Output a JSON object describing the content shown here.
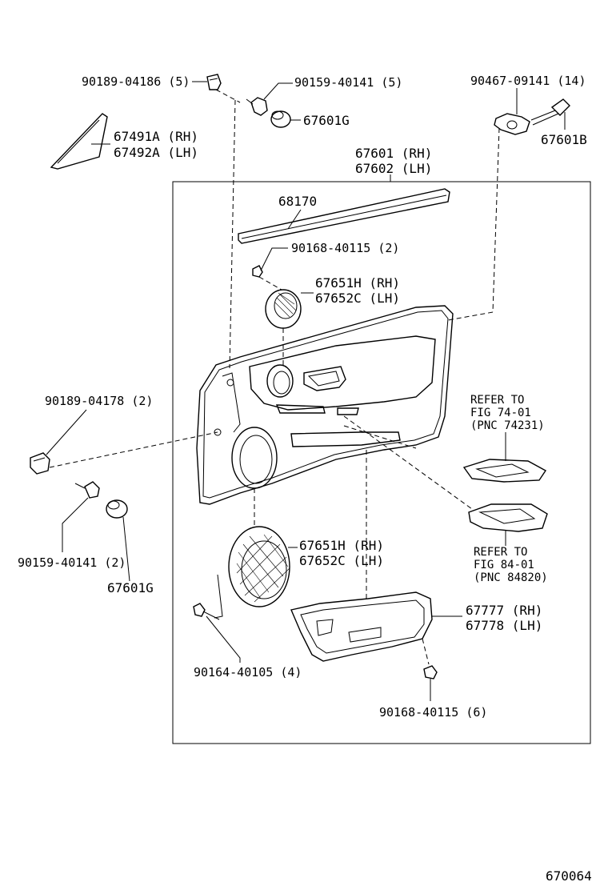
{
  "labels": {
    "p90189_04186": "90189-04186 (5)",
    "p90159_40141_top": "90159-40141 (5)",
    "p67601g_top": "67601G",
    "p90467_09141": "90467-09141 (14)",
    "p67601b": "67601B",
    "p67491a": "67491A (RH)",
    "p67492a": "67492A (LH)",
    "p67601": "67601 (RH)",
    "p67602": "67602 (LH)",
    "p68170": "68170",
    "p90168_40115_top": "90168-40115 (2)",
    "p67651h_top": "67651H (RH)",
    "p67652c_top": "67652C (LH)",
    "p90189_04178": "90189-04178 (2)",
    "p90159_40141_left": "90159-40141 (2)",
    "p67601g_left": "67601G",
    "refer_top_1": "REFER TO",
    "refer_top_2": "FIG 74-01",
    "refer_top_3": "(PNC 74231)",
    "refer_bot_1": "REFER TO",
    "refer_bot_2": "FIG 84-01",
    "refer_bot_3": "(PNC 84820)",
    "p67651h_bot": "67651H (RH)",
    "p67652c_bot": "67652C (LH)",
    "p67777": "67777 (RH)",
    "p67778": "67778 (LH)",
    "p90164_40105": "90164-40105 (4)",
    "p90168_40115_bot": "90168-40115 (6)",
    "figure_number": "670064"
  }
}
